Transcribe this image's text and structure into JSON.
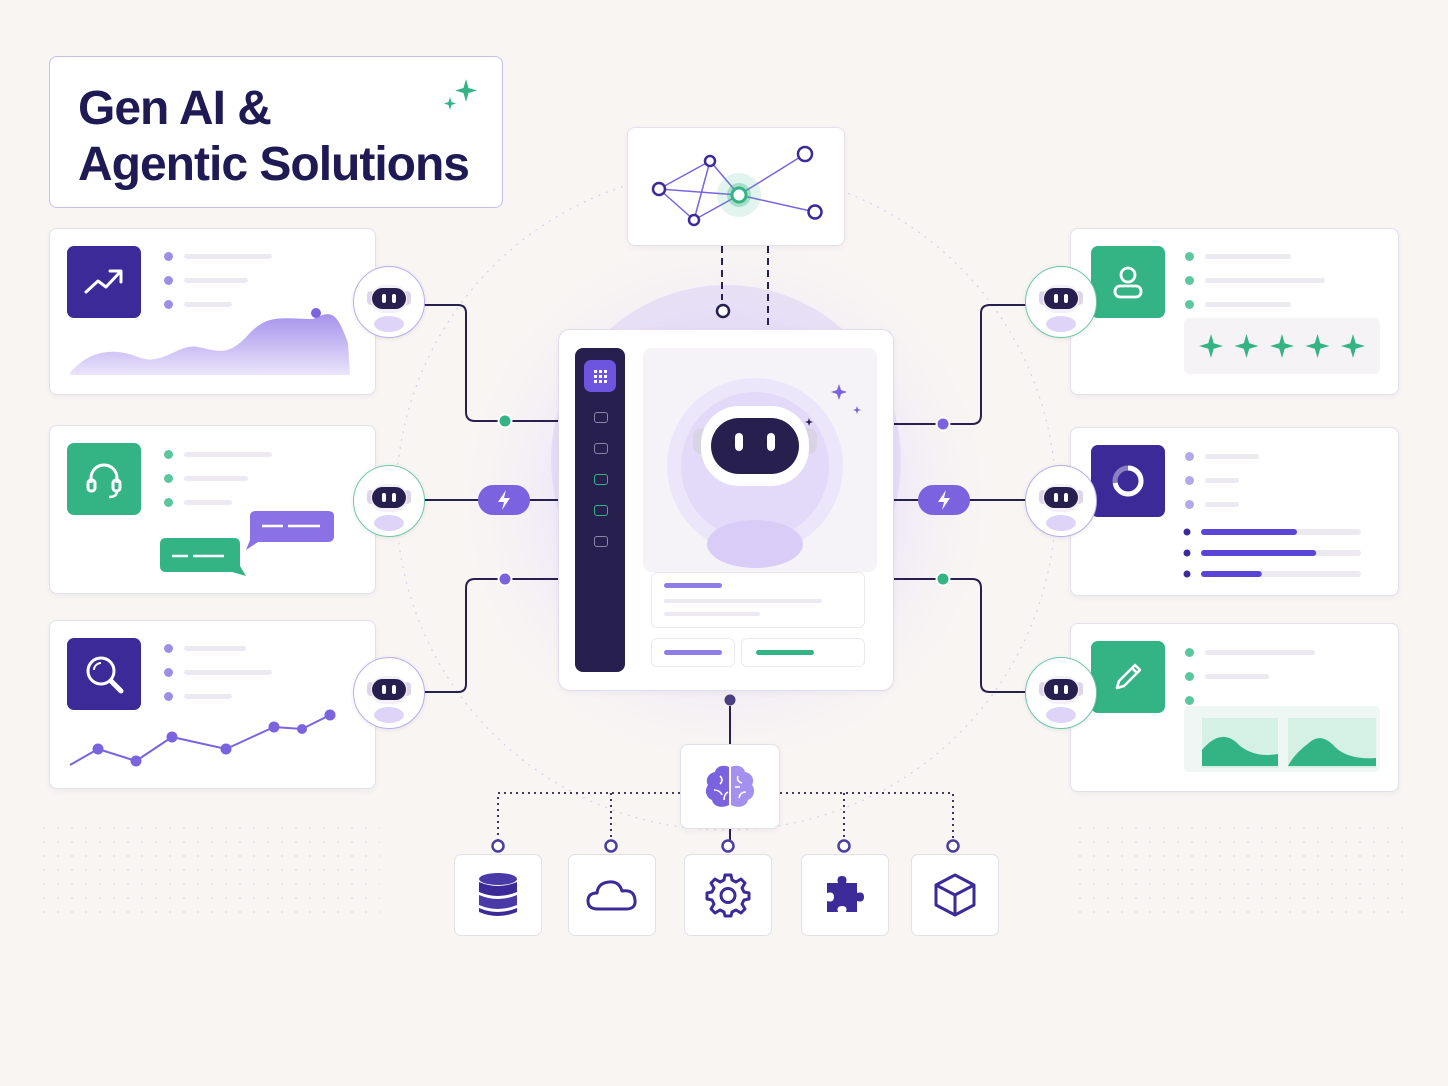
{
  "title": {
    "line1": "Gen AI &",
    "line2": "Agentic Solutions"
  },
  "colors": {
    "navy": "#1f1a54",
    "purple": "#3c2a99",
    "violet": "#7b63e0",
    "green": "#34b485",
    "background": "#f8f5f3"
  },
  "left_cards": [
    {
      "icon": "trend-up-icon",
      "color": "purple",
      "visual": "area-chart"
    },
    {
      "icon": "headset-icon",
      "color": "green",
      "visual": "chat-bubbles"
    },
    {
      "icon": "magnifier-icon",
      "color": "purple",
      "visual": "line-chart"
    }
  ],
  "right_cards": [
    {
      "icon": "user-icon",
      "color": "green",
      "visual": "five-star-rating"
    },
    {
      "icon": "donut-chart-icon",
      "color": "purple",
      "visual": "progress-bars"
    },
    {
      "icon": "pencil-icon",
      "color": "green",
      "visual": "mini-charts"
    }
  ],
  "right_progress": [
    0.6,
    0.72,
    0.38
  ],
  "rating_stars": 5,
  "tools": [
    "database-icon",
    "cloud-icon",
    "gear-icon",
    "puzzle-icon",
    "cube-icon"
  ],
  "hub_icons": [
    "network-graph-icon",
    "robot-icon",
    "brain-icon"
  ]
}
